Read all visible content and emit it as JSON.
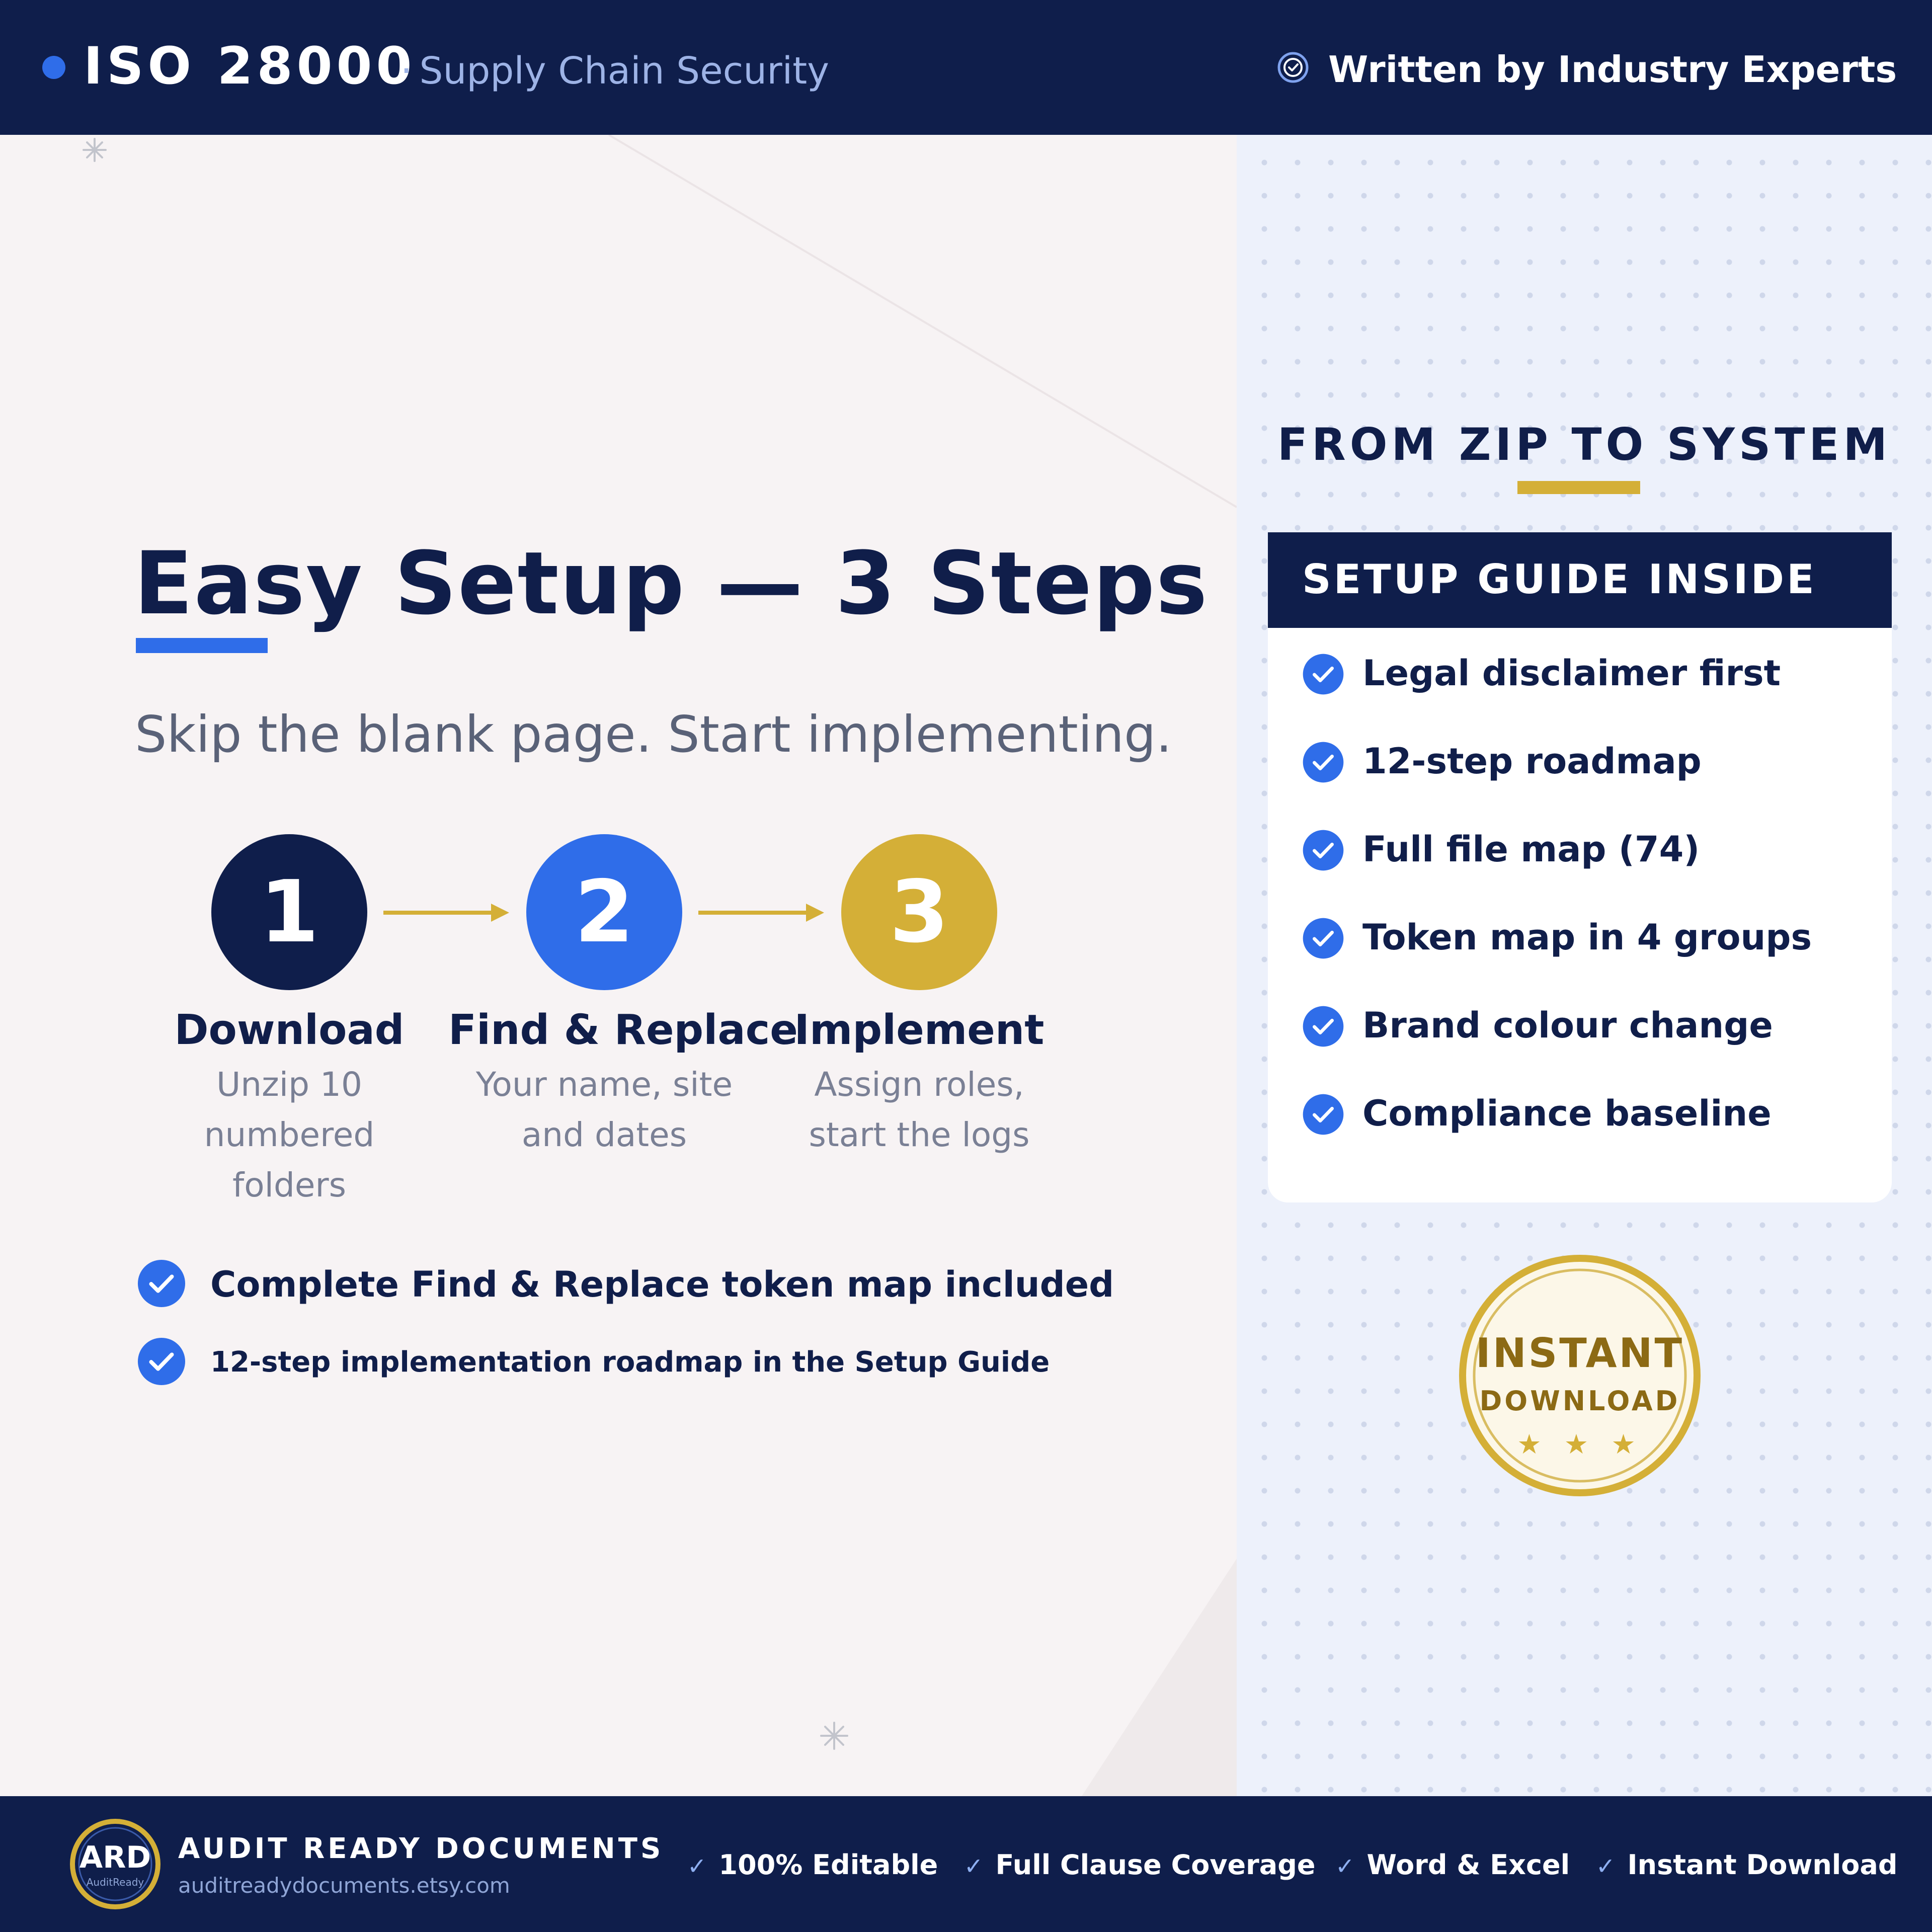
{
  "header": {
    "title": "ISO 28000",
    "separator": "·",
    "subtitle": "Supply Chain Security",
    "badge_icon": "verified-badge-icon",
    "badge_text": "Written by Industry Experts"
  },
  "main": {
    "title": "Easy Setup — 3 Steps",
    "tagline": "Skip the blank page. Start implementing.",
    "steps": [
      {
        "number": "1",
        "title": "Download",
        "desc_line1": "Unzip 10 numbered",
        "desc_line2": "folders",
        "color": "#0f1e4b"
      },
      {
        "number": "2",
        "title": "Find & Replace",
        "desc_line1": "Your name, site",
        "desc_line2": "and dates",
        "color": "#2f6de9"
      },
      {
        "number": "3",
        "title": "Implement",
        "desc_line1": "Assign roles,",
        "desc_line2": "start the logs",
        "color": "#d4af37"
      }
    ],
    "bullets": [
      "Complete Find & Replace token map included",
      "12-step implementation roadmap in the Setup Guide"
    ]
  },
  "panel": {
    "heading": "FROM ZIP TO SYSTEM",
    "guide_title": "SETUP GUIDE INSIDE",
    "guide_items": [
      "Legal disclaimer first",
      "12-step roadmap",
      "Full file map (74)",
      "Token map in 4 groups",
      "Brand colour change",
      "Compliance baseline"
    ],
    "seal": {
      "line1": "INSTANT",
      "line2": "DOWNLOAD",
      "stars": "★ ★ ★"
    }
  },
  "footer": {
    "logo_text": "ARD",
    "logo_sub": "AuditReady",
    "brand": "AUDIT READY DOCUMENTS",
    "url": "auditreadydocuments.etsy.com",
    "tick": "✓",
    "features": [
      "100% Editable",
      "Full Clause Coverage",
      "Word & Excel",
      "Instant Download"
    ]
  },
  "colors": {
    "navy": "#0f1e4b",
    "blue": "#2f6de9",
    "gold": "#d4af37",
    "background": "#f7f3f4",
    "panel": "#edf1fb"
  }
}
